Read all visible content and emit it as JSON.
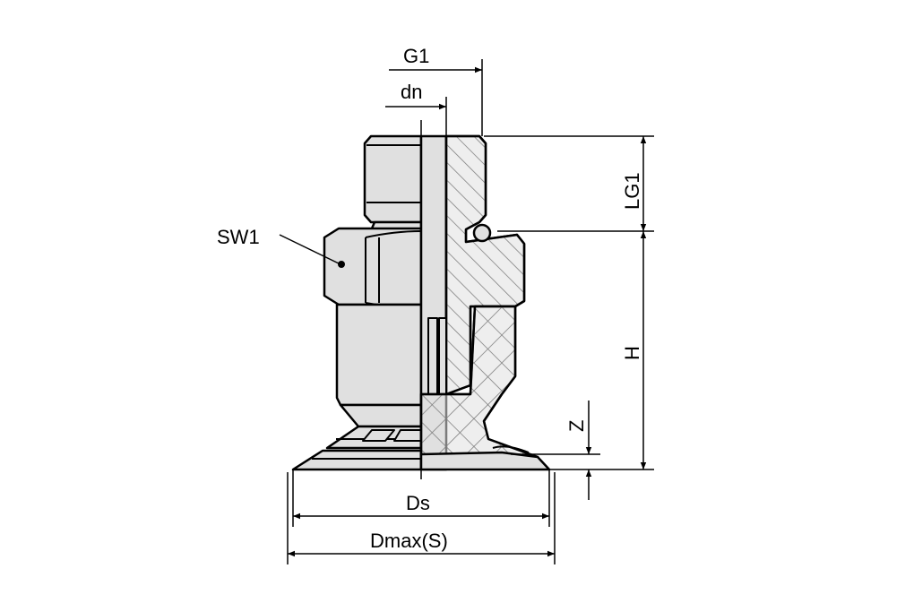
{
  "drawing": {
    "title": "Suction cup with threaded fitting - dimension drawing",
    "colors": {
      "fill": "#e0e0e0",
      "line": "#000000",
      "background": "#ffffff"
    },
    "labels": {
      "g1": "G1",
      "dn": "dn",
      "lg1": "LG1",
      "sw1": "SW1",
      "h": "H",
      "z": "Z",
      "ds": "Ds",
      "dmax": "Dmax(S)"
    }
  }
}
